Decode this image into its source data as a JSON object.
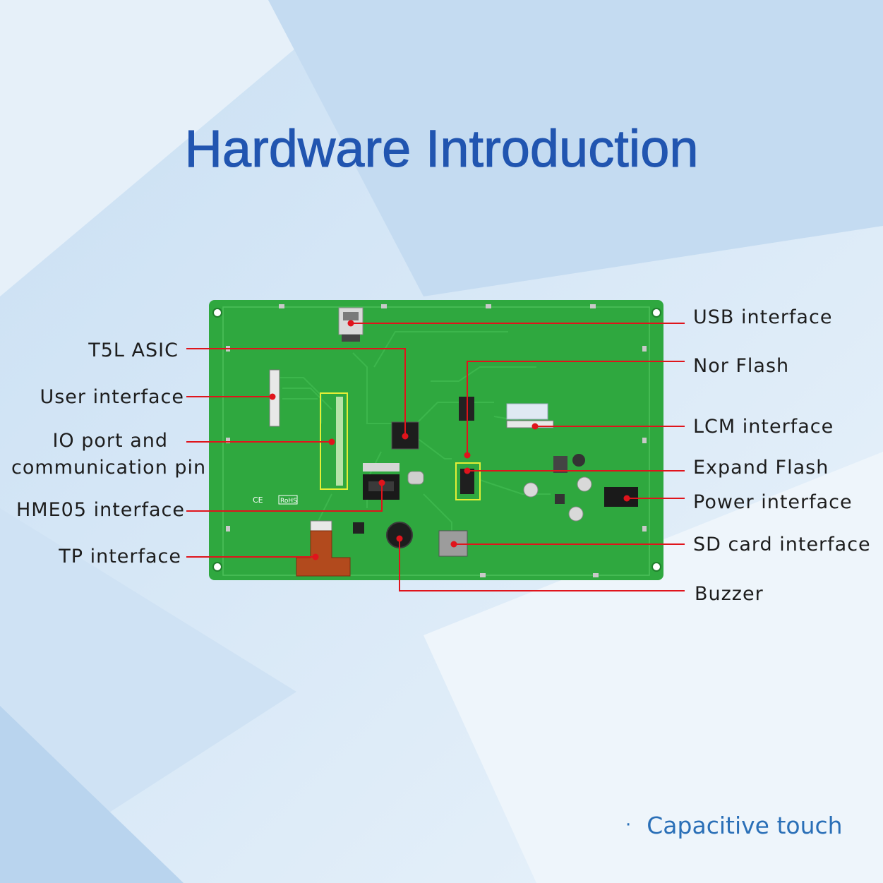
{
  "title": "Hardware Introduction",
  "labels": {
    "usb": "USB interface",
    "nor_flash": "Nor Flash",
    "lcm": "LCM interface",
    "expand_flash": "Expand Flash",
    "power": "Power interface",
    "sd_card": "SD card interface",
    "buzzer": "Buzzer",
    "t5l": "T5L ASIC",
    "user": "User interface",
    "io_line1": "IO port and",
    "io_line2": "communication pin",
    "hme05": "HME05 interface",
    "tp": "TP interface"
  },
  "footer": {
    "bullet": "·",
    "text": "Capacitive touch"
  },
  "board_marks": {
    "ce": "CE",
    "rohs": "RoHS"
  },
  "colors": {
    "title": "#2155b0",
    "board": "#2fa83f",
    "leader": "#e0141c",
    "footer": "#2a6fb7"
  }
}
